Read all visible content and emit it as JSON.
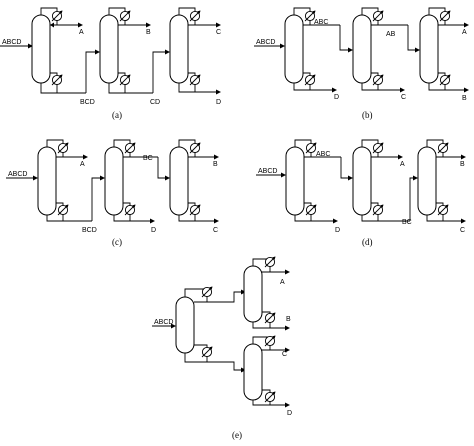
{
  "panels": [
    {
      "caption": "(a)",
      "columns": [
        {
          "feed": "ABCD",
          "top": "A",
          "bottom": ""
        },
        {
          "feed": "",
          "top": "B",
          "bottom": ""
        },
        {
          "feed": "",
          "top": "C",
          "bottom": "D"
        }
      ],
      "links": [
        "BCD",
        "CD"
      ]
    },
    {
      "caption": "(b)",
      "columns": [
        {
          "feed": "ABCD",
          "top": "",
          "bottom": "D"
        },
        {
          "feed": "",
          "top": "",
          "bottom": "C"
        },
        {
          "feed": "",
          "top": "A",
          "bottom": "B"
        }
      ],
      "links": [
        "ABC",
        "AB"
      ]
    },
    {
      "caption": "(c)",
      "columns": [
        {
          "feed": "ABCD",
          "top": "A",
          "bottom": ""
        },
        {
          "feed": "",
          "top": "",
          "bottom": "D"
        },
        {
          "feed": "",
          "top": "B",
          "bottom": "C"
        }
      ],
      "links": [
        "BCD",
        "BC"
      ]
    },
    {
      "caption": "(d)",
      "columns": [
        {
          "feed": "ABCD",
          "top": "",
          "bottom": "D"
        },
        {
          "feed": "",
          "top": "A",
          "bottom": ""
        },
        {
          "feed": "",
          "top": "B",
          "bottom": "C"
        }
      ],
      "links": [
        "ABC",
        "BC"
      ]
    }
  ],
  "panel_e": {
    "caption": "(e)",
    "feed": "ABCD",
    "upper": {
      "top": "A",
      "bottom": "B"
    },
    "lower": {
      "top": "C",
      "bottom": "D"
    }
  }
}
